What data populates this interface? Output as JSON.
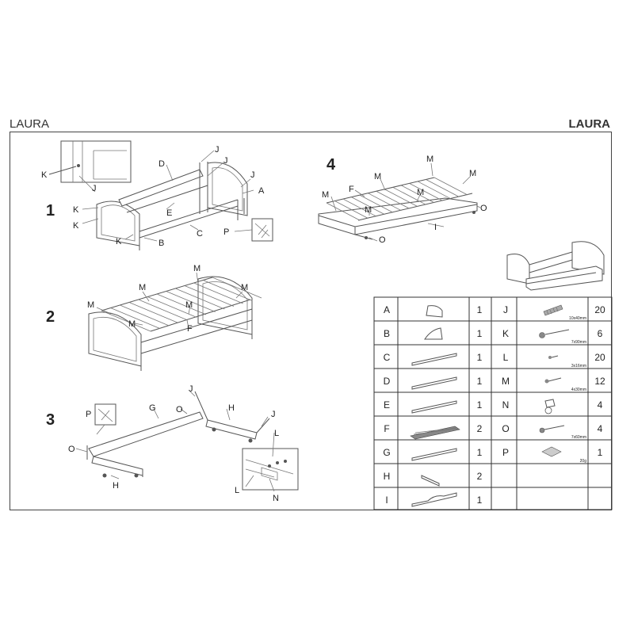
{
  "header": {
    "title_left": "LAURA",
    "title_right": "LAURA"
  },
  "steps": [
    "1",
    "2",
    "3",
    "4"
  ],
  "callouts": {
    "step1": [
      "K",
      "J",
      "D",
      "J",
      "J",
      "A",
      "K",
      "K",
      "E",
      "C",
      "K",
      "B",
      "P"
    ],
    "step2": [
      "M",
      "M",
      "M",
      "M",
      "M",
      "M",
      "F"
    ],
    "step3": [
      "J",
      "P",
      "G",
      "O",
      "H",
      "J",
      "O",
      "L",
      "H",
      "L",
      "N"
    ],
    "step4": [
      "M",
      "M",
      "M",
      "F",
      "M",
      "M",
      "M",
      "O",
      "I",
      "O"
    ]
  },
  "parts_table": {
    "left": [
      {
        "letter": "A",
        "qty": "1"
      },
      {
        "letter": "B",
        "qty": "1"
      },
      {
        "letter": "C",
        "qty": "1"
      },
      {
        "letter": "D",
        "qty": "1"
      },
      {
        "letter": "E",
        "qty": "1"
      },
      {
        "letter": "F",
        "qty": "2"
      },
      {
        "letter": "G",
        "qty": "1"
      },
      {
        "letter": "H",
        "qty": "2"
      },
      {
        "letter": "I",
        "qty": "1"
      }
    ],
    "right": [
      {
        "letter": "J",
        "size": "10x40mm",
        "qty": "20"
      },
      {
        "letter": "K",
        "size": "7x90mm",
        "qty": "6"
      },
      {
        "letter": "L",
        "size": "3x16mm",
        "qty": "20"
      },
      {
        "letter": "M",
        "size": "4x30mm",
        "qty": "12"
      },
      {
        "letter": "N",
        "size": "",
        "qty": "4"
      },
      {
        "letter": "O",
        "size": "7x60mm",
        "qty": "4"
      },
      {
        "letter": "P",
        "size": "20g",
        "qty": "1"
      }
    ]
  }
}
